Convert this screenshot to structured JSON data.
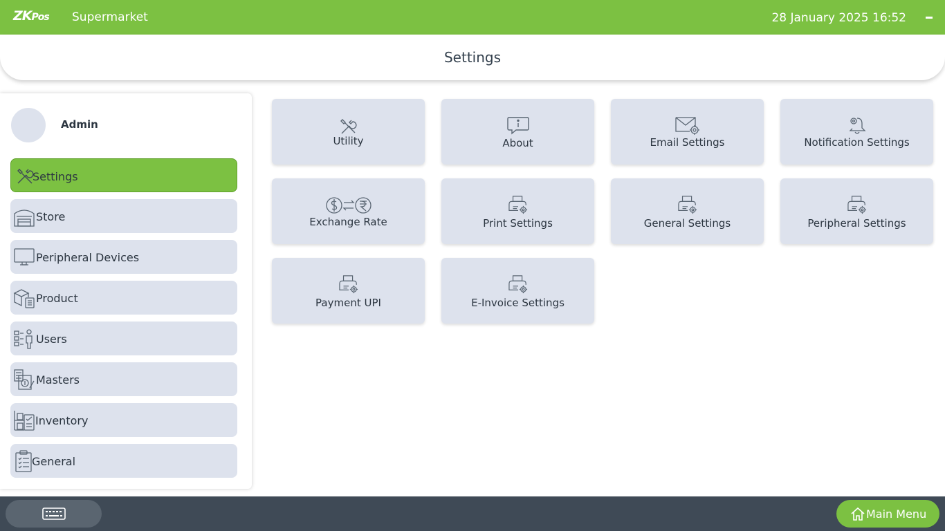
{
  "header": {
    "logo_main": "ZK",
    "logo_small": "Pos",
    "store_name": "Supermarket",
    "datetime": "28 January 2025 16:52"
  },
  "page": {
    "title": "Settings"
  },
  "user": {
    "name": "Admin"
  },
  "sidebar": {
    "items": [
      {
        "label": "Settings",
        "icon": "tools-icon",
        "active": true
      },
      {
        "label": "Store",
        "icon": "store-icon"
      },
      {
        "label": "Peripheral Devices",
        "icon": "monitor-icon"
      },
      {
        "label": "Product",
        "icon": "product-box-icon"
      },
      {
        "label": "Users",
        "icon": "users-icon"
      },
      {
        "label": "Masters",
        "icon": "masters-icon"
      },
      {
        "label": "Inventory",
        "icon": "inventory-icon"
      },
      {
        "label": "General",
        "icon": "clipboard-icon"
      }
    ]
  },
  "tiles": [
    {
      "label": "Utility",
      "icon": "tools-icon"
    },
    {
      "label": "About",
      "icon": "info-chat-icon"
    },
    {
      "label": "Email Settings",
      "icon": "email-gear-icon"
    },
    {
      "label": "Notification Settings",
      "icon": "bell-gear-icon"
    },
    {
      "label": "Exchange Rate",
      "icon": "currency-exchange-icon"
    },
    {
      "label": "Print Settings",
      "icon": "printer-gear-icon"
    },
    {
      "label": "General Settings",
      "icon": "printer-gear-icon"
    },
    {
      "label": "Peripheral Settings",
      "icon": "printer-gear-icon"
    },
    {
      "label": "Payment UPI",
      "icon": "printer-gear-icon"
    },
    {
      "label": "E-Invoice Settings",
      "icon": "printer-gear-icon"
    }
  ],
  "footer": {
    "main_menu_label": "Main Menu",
    "keyboard_icon": "keyboard-icon",
    "home_icon": "home-icon"
  },
  "colors": {
    "accent": "#7cc142",
    "tile_bg": "#dde2ed",
    "bottombar": "#3f4a56"
  }
}
